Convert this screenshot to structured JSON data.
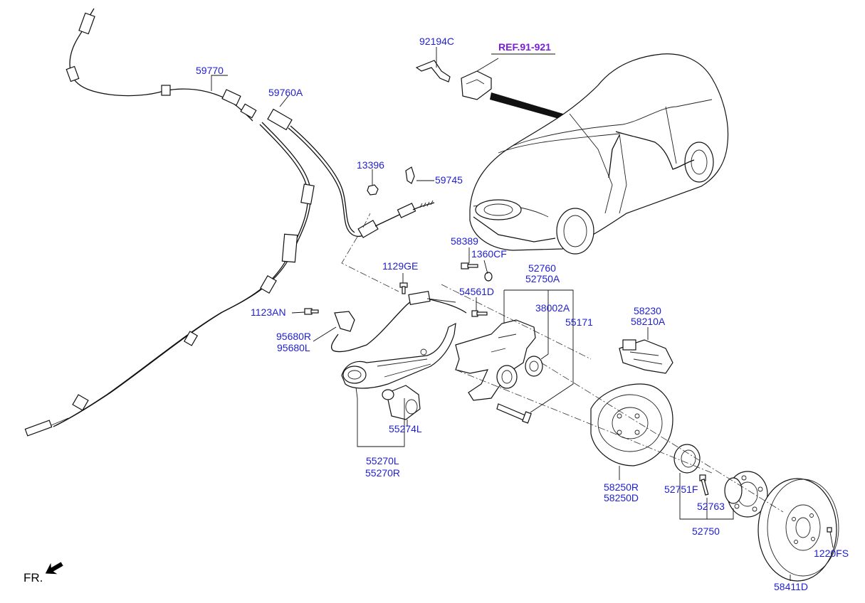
{
  "figure": {
    "front_indicator": "FR.",
    "reference": "REF.91-921",
    "colors": {
      "label": "#1f1fd0",
      "reference": "#7a1fd6",
      "line": "#111111",
      "background": "#ffffff"
    }
  },
  "labels": [
    {
      "id": "59770",
      "text": "59770"
    },
    {
      "id": "59760A",
      "text": "59760A"
    },
    {
      "id": "92194C",
      "text": "92194C"
    },
    {
      "id": "13396",
      "text": "13396"
    },
    {
      "id": "59745",
      "text": "59745"
    },
    {
      "id": "58389",
      "text": "58389"
    },
    {
      "id": "1360CF",
      "text": "1360CF"
    },
    {
      "id": "1129GE",
      "text": "1129GE"
    },
    {
      "id": "54561D",
      "text": "54561D"
    },
    {
      "id": "52760",
      "text": "52760"
    },
    {
      "id": "52750A",
      "text": "52750A"
    },
    {
      "id": "38002A",
      "text": "38002A"
    },
    {
      "id": "55171",
      "text": "55171"
    },
    {
      "id": "58230",
      "text": "58230"
    },
    {
      "id": "58210A",
      "text": "58210A"
    },
    {
      "id": "1123AN",
      "text": "1123AN"
    },
    {
      "id": "95680R",
      "text": "95680R"
    },
    {
      "id": "95680L",
      "text": "95680L"
    },
    {
      "id": "55274L",
      "text": "55274L"
    },
    {
      "id": "55270L",
      "text": "55270L"
    },
    {
      "id": "55270R",
      "text": "55270R"
    },
    {
      "id": "58250R",
      "text": "58250R"
    },
    {
      "id": "58250D",
      "text": "58250D"
    },
    {
      "id": "52751F",
      "text": "52751F"
    },
    {
      "id": "52763",
      "text": "52763"
    },
    {
      "id": "52750",
      "text": "52750"
    },
    {
      "id": "1220FS",
      "text": "1220FS"
    },
    {
      "id": "58411D",
      "text": "58411D"
    }
  ]
}
